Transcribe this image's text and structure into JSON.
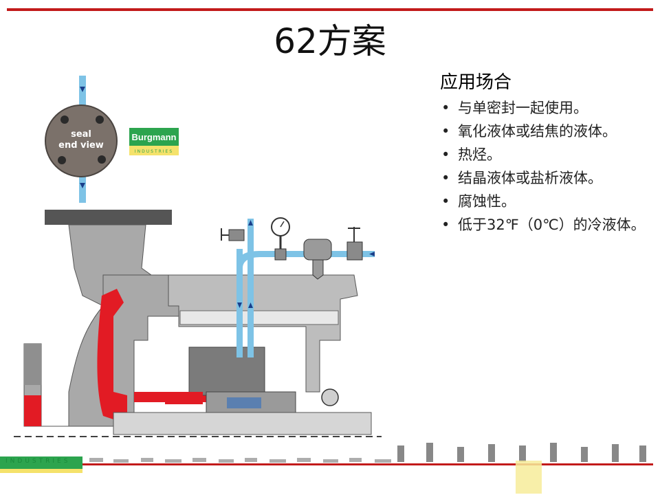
{
  "slide": {
    "title": "62方案",
    "colors": {
      "accent_red": "#c21a1a",
      "casing_gray": "#a9a9a9",
      "fluid_red": "#e21b24",
      "quench_blue": "#7ec3e6",
      "seal_gray": "#7b716a",
      "logo_green": "#2ca44e",
      "logo_yellow": "#f5e26b"
    }
  },
  "diagram": {
    "seal_view_line1": "seal",
    "seal_view_line2": "end view",
    "logo_text": "Burgmann",
    "logo_subtext": "INDUSTRIES",
    "icons": [
      "flow-arrow-icon",
      "pressure-gauge-icon",
      "needle-valve-icon",
      "steam-trap-icon",
      "bolt-icon"
    ]
  },
  "applications": {
    "heading": "应用场合",
    "items": [
      "与单密封一起使用。",
      "氧化液体或结焦的液体。",
      "热烃。",
      "结晶液体或盐析液体。",
      "腐蚀性。",
      "低于32℉（0℃）的冷液体。"
    ]
  },
  "footer": {
    "brand": "INDUSTRIES"
  }
}
